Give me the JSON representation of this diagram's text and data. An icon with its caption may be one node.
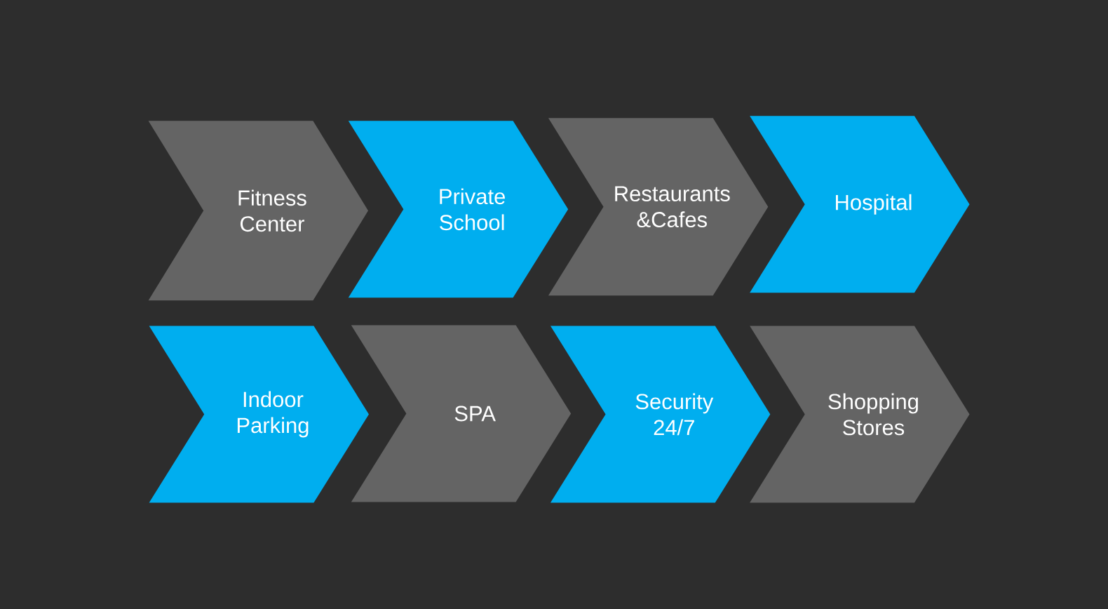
{
  "diagram": {
    "nodes": [
      {
        "text": [
          "Fitness Center"
        ]
      },
      {
        "text": [
          "Private School"
        ]
      },
      {
        "text": [
          "Restaurants &Cafes"
        ]
      },
      {
        "text": [
          "Hospital"
        ]
      },
      {
        "text": [
          "Indoor Parking"
        ]
      },
      {
        "text": [
          "SPA"
        ]
      },
      {
        "text": [
          "Security 24/7"
        ]
      },
      {
        "text": [
          "Shopping Stores"
        ]
      }
    ]
  }
}
